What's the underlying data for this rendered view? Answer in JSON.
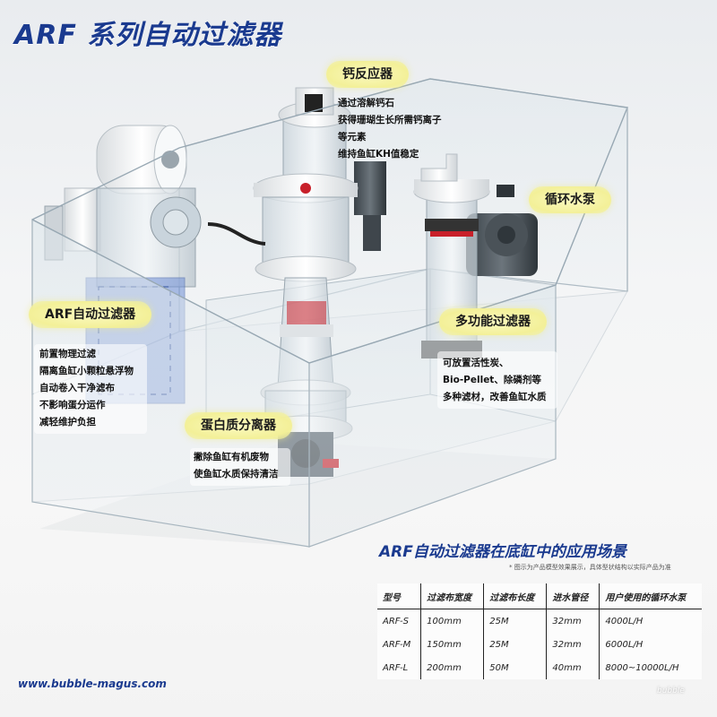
{
  "title": "ARF 系列自动过滤器",
  "components": {
    "calcium_reactor": {
      "label": "钙反应器",
      "lines": [
        "通过溶解钙石",
        "获得珊瑚生长所需钙离子",
        "等元素",
        "维持鱼缸KH值稳定"
      ]
    },
    "circulation_pump": {
      "label": "循环水泵"
    },
    "arf_filter": {
      "label": "ARF自动过滤器",
      "lines": [
        "前置物理过滤",
        "隔离鱼缸小颗粒悬浮物",
        "自动卷入干净滤布",
        "不影响蛋分运作",
        "减轻维护负担"
      ]
    },
    "multi_filter": {
      "label": "多功能过滤器",
      "lines": [
        "可放置活性炭、",
        "Bio-Pellet、除磷剂等",
        "多种滤材，改善鱼缸水质"
      ]
    },
    "protein_skimmer": {
      "label": "蛋白质分离器",
      "lines": [
        "撇除鱼缸有机废物",
        "使鱼缸水质保持清洁"
      ]
    }
  },
  "section_title": "ARF自动过滤器在底缸中的应用场景",
  "section_note": "* 图示为产品模型效果展示，具体型状结构以实际产品为准",
  "spec_table": {
    "headers": [
      "型号",
      "过滤布宽度",
      "过滤布长度",
      "进水管径",
      "用户使用的循环水泵"
    ],
    "rows": [
      [
        "ARF-S",
        "100mm",
        "25M",
        "32mm",
        "4000L/H"
      ],
      [
        "ARF-M",
        "150mm",
        "25M",
        "32mm",
        "6000L/H"
      ],
      [
        "ARF-L",
        "200mm",
        "50M",
        "40mm",
        "8000~10000L/H"
      ]
    ]
  },
  "website": "www.bubble-magus.com",
  "watermark": "bubble",
  "colors": {
    "title_blue": "#1a3a8f",
    "label_yellow": "#f3f098",
    "accent_red": "#c8202a"
  }
}
